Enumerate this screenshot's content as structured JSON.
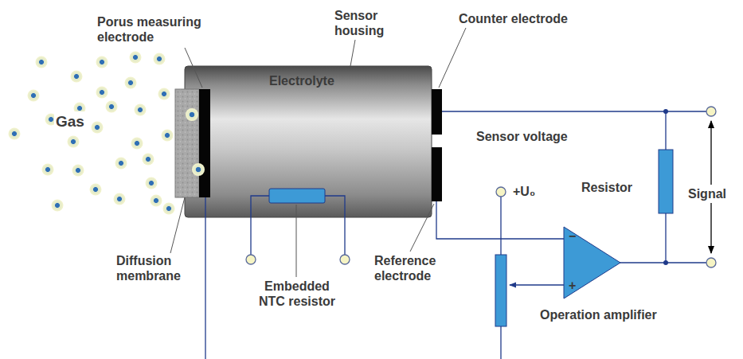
{
  "diagram": {
    "labels": [
      "Porus measuring electrode",
      "Sensor housing",
      "Counter electrode",
      "Gas",
      "Electrolyte",
      "Sensor voltage",
      "+U₀",
      "Resistor",
      "Signal",
      "Diffusion membrane",
      "Embedded NTC resistor",
      "Reference electrode",
      "−",
      "+",
      "Operation amplifier"
    ]
  }
}
